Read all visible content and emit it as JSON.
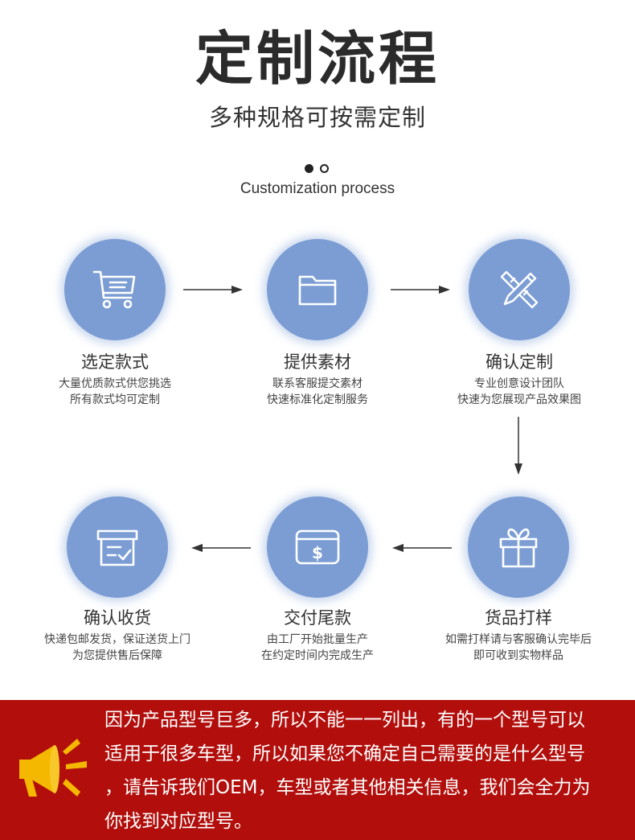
{
  "header": {
    "title": "定制流程",
    "subtitle": "多种规格可按需定制",
    "english": "Customization process"
  },
  "steps": [
    {
      "title": "选定款式",
      "desc1": "大量优质款式供您挑选",
      "desc2": "所有款式均可定制",
      "icon": "cart-icon"
    },
    {
      "title": "提供素材",
      "desc1": "联系客服提交素材",
      "desc2": "快速标准化定制服务",
      "icon": "folder-icon"
    },
    {
      "title": "确认定制",
      "desc1": "专业创意设计团队",
      "desc2": "快速为您展现产品效果图",
      "icon": "pencil-ruler-icon"
    },
    {
      "title": "确认收货",
      "desc1": "快递包邮发货，保证送货上门",
      "desc2": "为您提供售后保障",
      "icon": "box-check-icon"
    },
    {
      "title": "交付尾款",
      "desc1": "由工厂开始批量生产",
      "desc2": "在约定时间内完成生产",
      "icon": "payment-icon"
    },
    {
      "title": "货品打样",
      "desc1": "如需打样请与客服确认完毕后",
      "desc2": "即可收到实物样品",
      "icon": "gift-icon"
    }
  ],
  "notice": {
    "icon": "megaphone-icon",
    "lines": [
      "因为产品型号巨多，所以不能一一列出，有的一个型号可以",
      "适用于很多车型，所以如果您不确定自己需要的是什么型号",
      "，请告诉我们OEM，车型或者其他相关信息，我们会全力为",
      "你找到对应型号。"
    ]
  },
  "colors": {
    "circle": "#7b9dd4",
    "banner": "#b20f0c",
    "accent": "#f5b800"
  }
}
